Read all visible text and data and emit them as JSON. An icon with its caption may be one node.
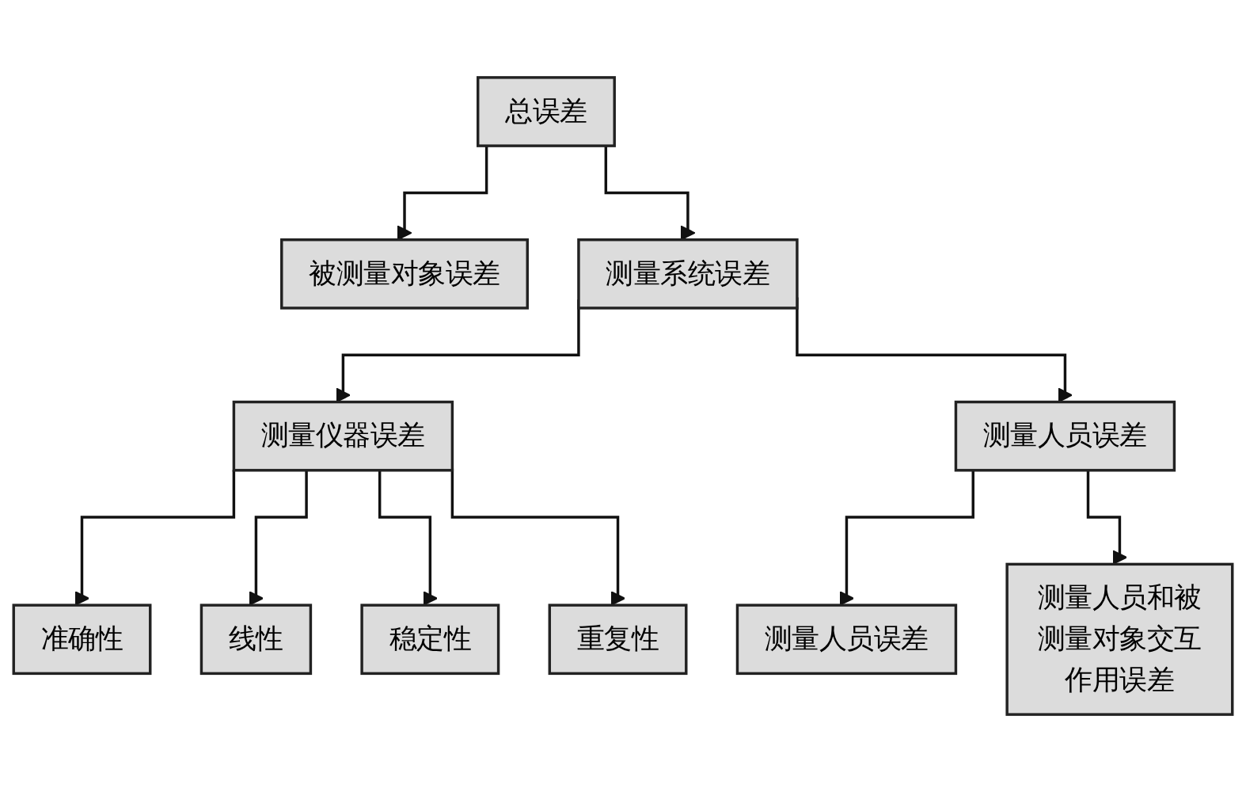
{
  "diagram": {
    "nodes": [
      {
        "text": [
          "总误差"
        ]
      },
      {
        "text": [
          "被测量对象误差"
        ]
      },
      {
        "text": [
          "测量系统误差"
        ]
      },
      {
        "text": [
          "测量仪器误差"
        ]
      },
      {
        "text": [
          "测量人员误差"
        ]
      },
      {
        "text": [
          "准确性"
        ]
      },
      {
        "text": [
          "线性"
        ]
      },
      {
        "text": [
          "稳定性"
        ]
      },
      {
        "text": [
          "重复性"
        ]
      },
      {
        "text": [
          "测量人员误差"
        ]
      },
      {
        "text": [
          "测量人员和被测量对象交互作用误差"
        ]
      }
    ],
    "edges": [
      {
        "from": 0,
        "to": 1,
        "arrow": "to"
      },
      {
        "from": 0,
        "to": 2,
        "arrow": "to"
      },
      {
        "from": 2,
        "to": 3,
        "arrow": "to"
      },
      {
        "from": 2,
        "to": 4,
        "arrow": "to"
      },
      {
        "from": 3,
        "to": 5,
        "arrow": "to"
      },
      {
        "from": 3,
        "to": 6,
        "arrow": "to"
      },
      {
        "from": 3,
        "to": 7,
        "arrow": "to"
      },
      {
        "from": 3,
        "to": 8,
        "arrow": "to"
      },
      {
        "from": 4,
        "to": 9,
        "arrow": "to"
      },
      {
        "from": 4,
        "to": 10,
        "arrow": "to"
      }
    ]
  }
}
